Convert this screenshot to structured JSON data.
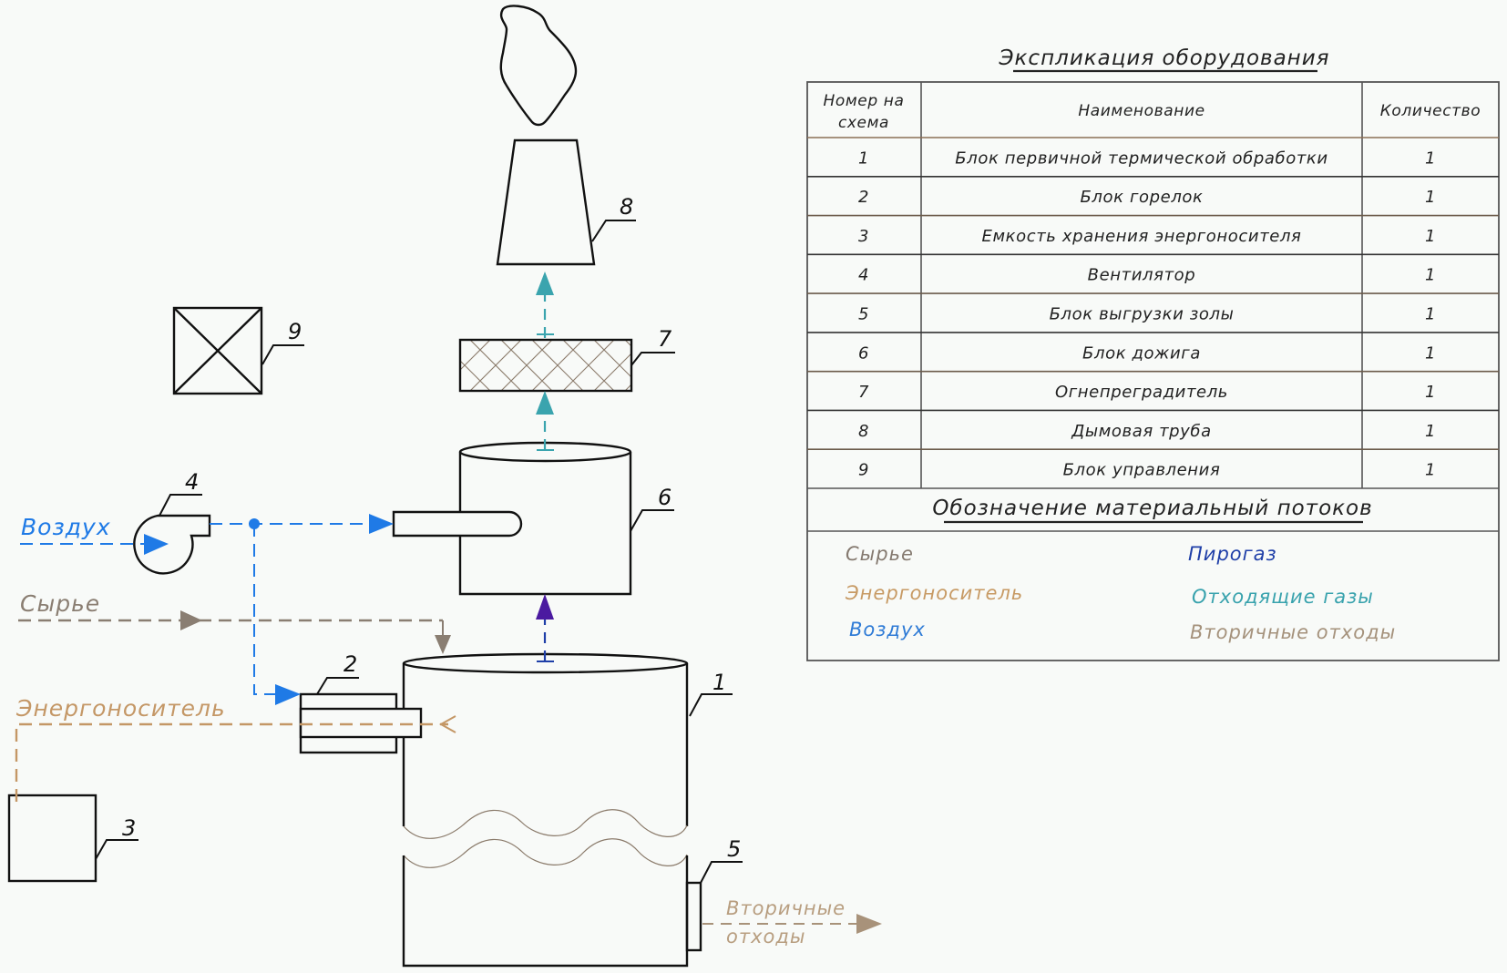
{
  "title": "Экспликация оборудования",
  "table": {
    "headers": {
      "number": "Номер на схема",
      "number_line1": "Номер на",
      "number_line2": "схема",
      "name": "Наименование",
      "qty": "Количество"
    },
    "rows": [
      {
        "num": "1",
        "name": "Блок первичной термической обработки",
        "qty": "1"
      },
      {
        "num": "2",
        "name": "Блок горелок",
        "qty": "1"
      },
      {
        "num": "3",
        "name": "Емкость хранения энергоносителя",
        "qty": "1"
      },
      {
        "num": "4",
        "name": "Вентилятор",
        "qty": "1"
      },
      {
        "num": "5",
        "name": "Блок выгрузки золы",
        "qty": "1"
      },
      {
        "num": "6",
        "name": "Блок дожига",
        "qty": "1"
      },
      {
        "num": "7",
        "name": "Огнепреградитель",
        "qty": "1"
      },
      {
        "num": "8",
        "name": "Дымовая труба",
        "qty": "1"
      },
      {
        "num": "9",
        "name": "Блок управления",
        "qty": "1"
      }
    ]
  },
  "legend": {
    "title": "Обозначение материальный потоков",
    "items": [
      {
        "label": "Сырье",
        "color": "#857a70"
      },
      {
        "label": "Энергоноситель",
        "color": "#c79a64"
      },
      {
        "label": "Воздух",
        "color": "#2f7bd6"
      },
      {
        "label": "Пирогаз",
        "color": "#1f3fa8"
      },
      {
        "label": "Отходящие газы",
        "color": "#38a2ad"
      },
      {
        "label": "Вторичные отходы",
        "color": "#a5927c"
      }
    ]
  },
  "diagram": {
    "equipment_labels": [
      "1",
      "2",
      "3",
      "4",
      "5",
      "6",
      "7",
      "8",
      "9"
    ],
    "flow_labels": {
      "air": "Воздух",
      "raw": "Сырье",
      "energy": "Энергоноситель",
      "waste_line1": "Вторичные",
      "waste_line2": "отходы"
    },
    "colors": {
      "air": "#1f7ae6",
      "raw": "#8a7e72",
      "energy": "#c49766",
      "pyrogas": "#4b1aa0",
      "pyrogas_line": "#1f3fa8",
      "exhaust": "#3aa4ae",
      "waste": "#a8927a",
      "waste_text": "#b89e80"
    }
  }
}
